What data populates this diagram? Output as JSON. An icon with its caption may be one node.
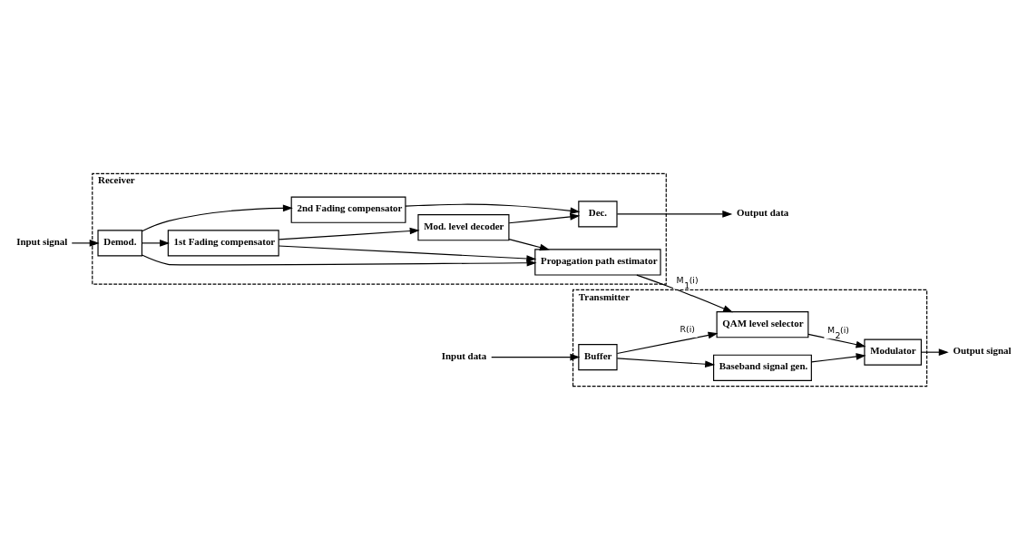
{
  "diagram": {
    "nodes": [
      {
        "text": [
          "Transmitter"
        ]
      },
      {
        "text": [
          "Buffer"
        ],
        "in": 0
      },
      {
        "text": [
          "Baseband signal gen."
        ],
        "in": 0
      },
      {
        "text": [
          "Modulator"
        ],
        "in": 0
      },
      {
        "text": [
          "QAM level selector"
        ],
        "in": 0
      },
      {
        "text": [
          "Receiver"
        ]
      },
      {
        "text": [
          "Propagation path estimator"
        ],
        "in": 5
      },
      {
        "text": [
          "Mod. level decoder"
        ],
        "in": 5
      },
      {
        "text": [
          "1st Fading compensator"
        ],
        "in": 5
      },
      {
        "text": [
          "Demod."
        ],
        "in": 5
      },
      {
        "text": [
          "Dec."
        ],
        "in": 5
      },
      {
        "text": [
          "2nd Fading compensator"
        ],
        "in": 5
      },
      {
        "text": [
          "Input data"
        ]
      },
      {
        "text": [
          "Output signal"
        ]
      },
      {
        "text": [
          "Input signal"
        ]
      },
      {
        "text": [
          "Output data"
        ]
      }
    ],
    "edges": [
      {
        "from": 12,
        "to": 1,
        "arrow": "to"
      },
      {
        "from": 1,
        "to": 2,
        "arrow": "to"
      },
      {
        "from": 2,
        "to": 3,
        "arrow": "to"
      },
      {
        "from": 1,
        "to": 4,
        "arrow": "to",
        "label": "R(i)"
      },
      {
        "from": 4,
        "to": 3,
        "arrow": "to",
        "label": "M$_{2}$(i)"
      },
      {
        "from": 6,
        "to": 4,
        "arrow": "to",
        "label": "M$_{1}$(i)"
      },
      {
        "from": 3,
        "to": 13,
        "arrow": "to"
      },
      {
        "from": 14,
        "to": 9,
        "arrow": "to"
      },
      {
        "from": 9,
        "to": 8,
        "arrow": "to"
      },
      {
        "from": 9,
        "to": 6,
        "arrow": "to"
      },
      {
        "from": 9,
        "to": 11,
        "arrow": "to"
      },
      {
        "from": 8,
        "to": 7,
        "arrow": "to"
      },
      {
        "from": 8,
        "to": 6,
        "arrow": "to"
      },
      {
        "from": 7,
        "to": 6,
        "arrow": "to"
      },
      {
        "from": 7,
        "to": 10,
        "arrow": "to"
      },
      {
        "from": 11,
        "to": 10,
        "arrow": "to"
      },
      {
        "from": 10,
        "to": 15,
        "arrow": "to"
      }
    ]
  }
}
